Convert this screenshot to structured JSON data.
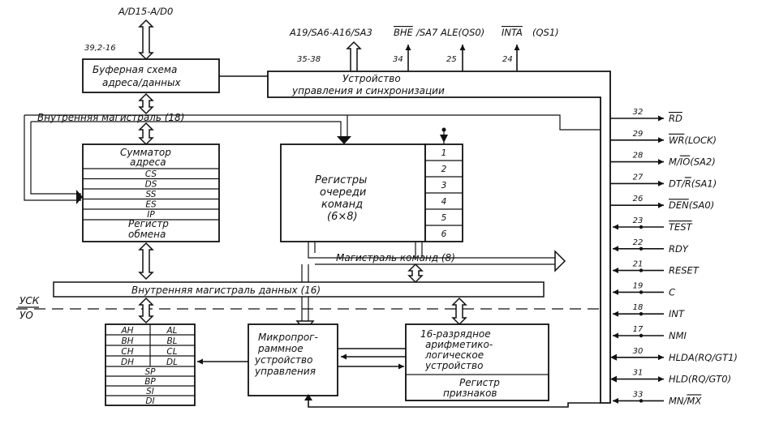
{
  "top_labels": {
    "ad_bus": "A/D15-A/D0",
    "ad_pins": "39,2-16",
    "addr_status": "A19/SA6-A16/SA3",
    "addr_pins": "35-38",
    "bhe_a": "BHE",
    "bhe_b": "/SA7",
    "bhe_pin": "34",
    "ale": "ALE(QS0)",
    "ale_pin": "25",
    "inta_a": "INTA",
    "inta_b": "(QS1)",
    "inta_pin": "24"
  },
  "blocks": {
    "buffer_l1": "Буферная схема",
    "buffer_l2": "адреса/данных",
    "control_l1": "Устройство",
    "control_l2": "управления и синхронизации",
    "internal_bus": "Внутренняя магистраль (18)",
    "adder_l1": "Сумматор",
    "adder_l2": "адреса",
    "exchange_l1": "Регистр",
    "exchange_l2": "обмена",
    "queue_l1": "Регистры",
    "queue_l2": "очереди",
    "queue_l3": "команд",
    "queue_l4": "(6×8)",
    "command_bus": "Магистраль команд (8)",
    "data_bus": "Внутренняя магистраль данных (16)",
    "usk": "УСК",
    "uo": "УО",
    "micro_l1": "Микропрог-",
    "micro_l2": "раммное",
    "micro_l3": "устройство",
    "micro_l4": "управления",
    "alu_l1": "16-разрядное",
    "alu_l2": "арифметико-",
    "alu_l3": "логическое",
    "alu_l4": "устройство",
    "flags_l1": "Регистр",
    "flags_l2": "признаков"
  },
  "segment_registers": [
    "CS",
    "DS",
    "SS",
    "ES",
    "IP"
  ],
  "queue_cells": [
    "1",
    "2",
    "3",
    "4",
    "5",
    "6"
  ],
  "general_registers": [
    [
      "AH",
      "AL"
    ],
    [
      "BH",
      "BL"
    ],
    [
      "CH",
      "CL"
    ],
    [
      "DH",
      "DL"
    ]
  ],
  "pointer_registers": [
    "SP",
    "BP",
    "SI",
    "DI"
  ],
  "right_signals": [
    {
      "pin": "32",
      "a": "RD",
      "b": "",
      "dir": "out"
    },
    {
      "pin": "29",
      "a": "WR",
      "b": "(LOCK)",
      "dir": "out"
    },
    {
      "pin": "28",
      "a": "M/IO",
      "b": "(SA2)",
      "dir": "out"
    },
    {
      "pin": "27",
      "a": "DT/R",
      "b": "(SA1)",
      "dir": "out"
    },
    {
      "pin": "26",
      "a": "DEN",
      "b": "(SA0)",
      "dir": "out"
    },
    {
      "pin": "23",
      "a": "TEST",
      "b": "",
      "dir": "in"
    },
    {
      "pin": "22",
      "a": "RDY",
      "b": "",
      "dir": "in"
    },
    {
      "pin": "21",
      "a": "RESET",
      "b": "",
      "dir": "in"
    },
    {
      "pin": "19",
      "a": "C",
      "b": "",
      "dir": "in"
    },
    {
      "pin": "18",
      "a": "INT",
      "b": "",
      "dir": "in"
    },
    {
      "pin": "17",
      "a": "NMI",
      "b": "",
      "dir": "in"
    },
    {
      "pin": "30",
      "a": "HLDA",
      "b": "(RQ/GT1)",
      "dir": "both"
    },
    {
      "pin": "31",
      "a": "HLD",
      "b": "(RQ/GT0)",
      "dir": "both"
    },
    {
      "pin": "33",
      "a": "MN/MX",
      "b": "",
      "dir": "in"
    }
  ]
}
